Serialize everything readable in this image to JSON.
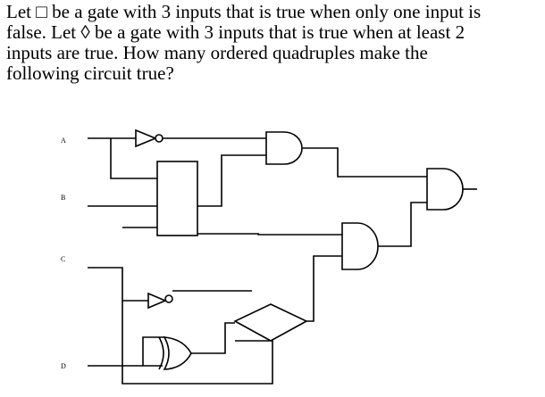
{
  "problem": {
    "lines": [
      "Let □ be a gate with 3 inputs that is true when only one input is",
      "false.  Let ◊ be a gate with 3 inputs that is true when at least 2",
      "inputs are true.    How many ordered quadruples make the",
      "following circuit  true?"
    ]
  },
  "circuit": {
    "inputs": [
      "A",
      "B",
      "C",
      "D"
    ]
  }
}
